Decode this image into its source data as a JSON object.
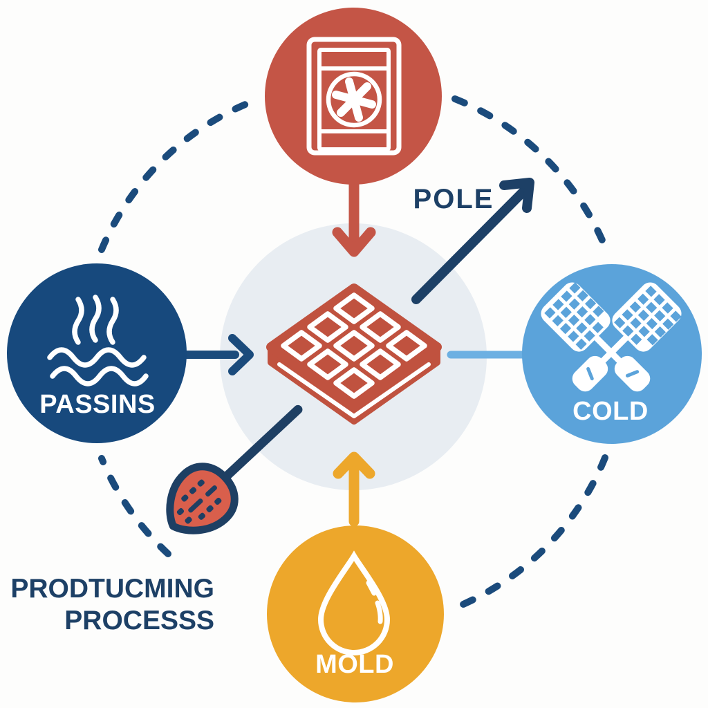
{
  "diagram": {
    "title": {
      "line1": "PRODTUCMING",
      "line2": "PROCESSS"
    },
    "arrow_label": "POLE",
    "center": {
      "icon": "waffle-icon",
      "color": "#c0523f",
      "background_color": "#e8edf2"
    },
    "nodes": {
      "top": {
        "icon": "packaging-box-fan-icon",
        "color": "#c45546"
      },
      "left": {
        "icon": "steam-over-water-icon",
        "label": "PASSINS",
        "color": "#17497d"
      },
      "right": {
        "icon": "crossed-fly-swatters-icon",
        "label": "COLD",
        "color": "#5ba3da"
      },
      "bottom": {
        "icon": "water-drop-icon",
        "label": "MOLD",
        "color": "#eda72b"
      }
    },
    "connectors": {
      "top_arrow_color": "#c45546",
      "left_arrow_color": "#1b4b7c",
      "bottom_arrow_color": "#eda72b",
      "right_line_color": "#6db0e2",
      "pole_arrow_color": "#1d4066",
      "dash_color": "#1b4b7c"
    },
    "spatula": {
      "icon": "spatula-icon",
      "fill": "#d95f4c",
      "outline": "#1e3f63"
    },
    "text_color": "#1d4066",
    "background": "#fdfdfc"
  }
}
